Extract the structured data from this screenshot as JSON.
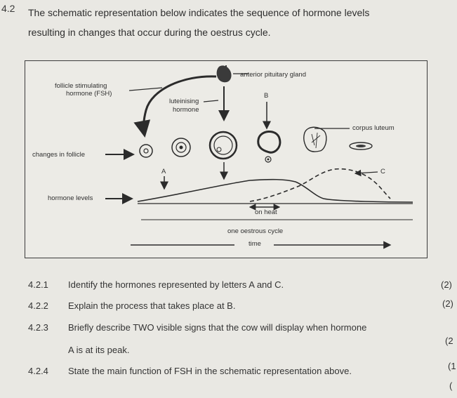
{
  "question": {
    "number": "4.2",
    "intro_line1": "The schematic representation below indicates the sequence of hormone levels",
    "intro_line2": "resulting in changes that occur during the oestrus cycle."
  },
  "diagram": {
    "anterior_pituitary": "anterior pituitary gland",
    "fsh_line1": "follicle stimulating",
    "fsh_line2": "hormone (FSH)",
    "lh_line1": "luteinising",
    "lh_line2": "hormone",
    "label_b": "B",
    "corpus_luteum": "corpus luteum",
    "changes_in_follicle": "changes in follicle",
    "label_a": "A",
    "label_c": "C",
    "hormone_levels": "hormone levels",
    "on_heat": "on heat",
    "one_oestrous_cycle": "one oestrous cycle",
    "time": "time"
  },
  "subquestions": [
    {
      "num": "4.2.1",
      "text": "Identify the hormones represented by letters A and C.",
      "marks": "(2)"
    },
    {
      "num": "4.2.2",
      "text": "Explain the process that takes place at B.",
      "marks": "(2)"
    },
    {
      "num": "4.2.3",
      "text": "Briefly describe TWO visible signs that the cow will display when hormone",
      "text2": "A is at its peak.",
      "marks": "(2"
    },
    {
      "num": "4.2.4",
      "text": "State the main function of FSH in the schematic representation above.",
      "marks": "(1",
      "marks2": "("
    }
  ]
}
